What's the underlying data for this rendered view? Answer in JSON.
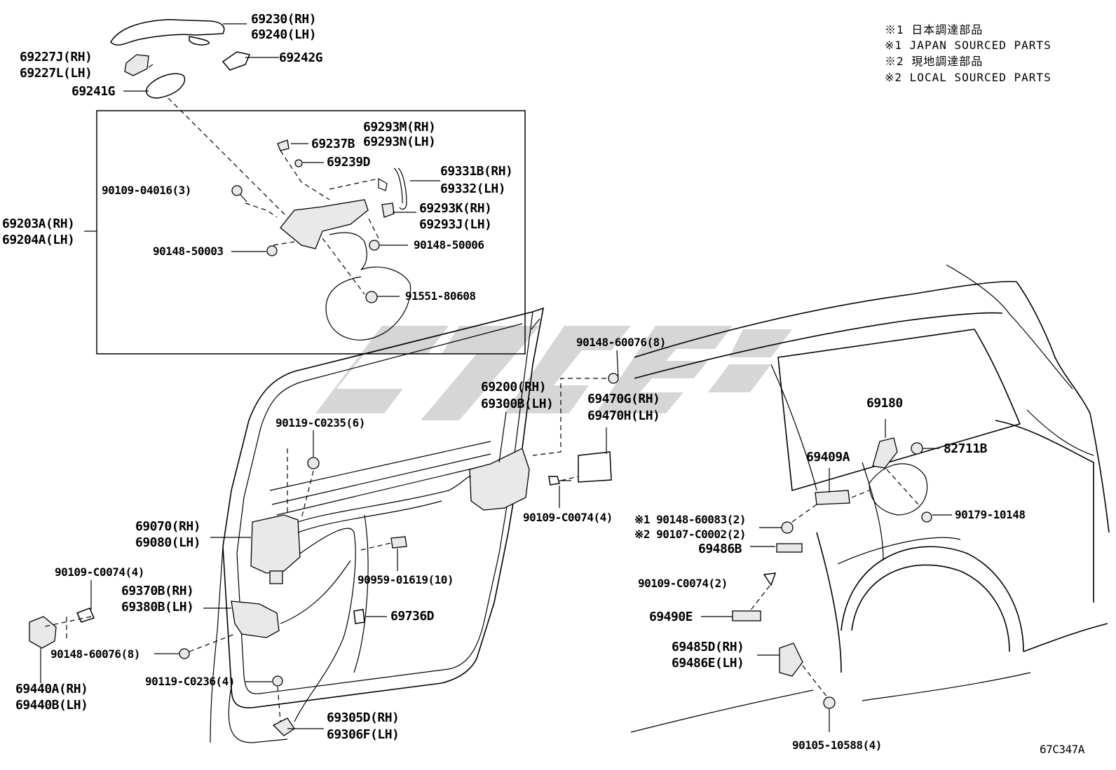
{
  "notes": [
    "※1 日本調達部品",
    "※1 JAPAN SOURCED PARTS",
    "※2 現地調達部品",
    "※2 LOCAL SOURCED PARTS"
  ],
  "diagram_code": "67C347A",
  "labels": {
    "p69230": "69230(RH)",
    "p69240": "69240(LH)",
    "p69227j": "69227J(RH)",
    "p69227l": "69227L(LH)",
    "p69242g": "69242G",
    "p69241g": "69241G",
    "p69293m": "69293M(RH)",
    "p69293n": "69293N(LH)",
    "p69237b": "69237B",
    "p69239d": "69239D",
    "p69331b": "69331B(RH)",
    "p69332": "69332(LH)",
    "p90109_04016": "90109-04016(3)",
    "p69293k": "69293K(RH)",
    "p69293j": "69293J(LH)",
    "p69203a": "69203A(RH)",
    "p69204a": "69204A(LH)",
    "p90148_50003": "90148-50003",
    "p90148_50006": "90148-50006",
    "p91551_80608": "91551-80608",
    "p90148_60076_top": "90148-60076(8)",
    "p69200": "69200(RH)",
    "p69300b": "69300B(LH)",
    "p69470g": "69470G(RH)",
    "p69470h": "69470H(LH)",
    "p90119_c0235": "90119-C0235(6)",
    "p90109_c0074_mid": "90109-C0074(4)",
    "p69070": "69070(RH)",
    "p69080": "69080(LH)",
    "p90959_01619": "90959-01619(10)",
    "p90109_c0074_left": "90109-C0074(4)",
    "p69370b": "69370B(RH)",
    "p69380b": "69380B(LH)",
    "p69736d": "69736D",
    "p90148_60076_left": "90148-60076(8)",
    "p69440a": "69440A(RH)",
    "p69440b": "69440B(LH)",
    "p90119_c0236": "90119-C0236(4)",
    "p69305d": "69305D(RH)",
    "p69306f": "69306F(LH)",
    "p69180": "69180",
    "p82711b": "82711B",
    "p69409a": "69409A",
    "p90179_10148": "90179-10148",
    "p90148_60083": "※1 90148-60083(2)",
    "p90107_c0002": "※2 90107-C0002(2)",
    "p69486b": "69486B",
    "p90109_c0074_right": "90109-C0074(2)",
    "p69490e": "69490E",
    "p69485d": "69485D(RH)",
    "p69486e": "69486E(LH)",
    "p90105_10588": "90105-10588(4)"
  }
}
